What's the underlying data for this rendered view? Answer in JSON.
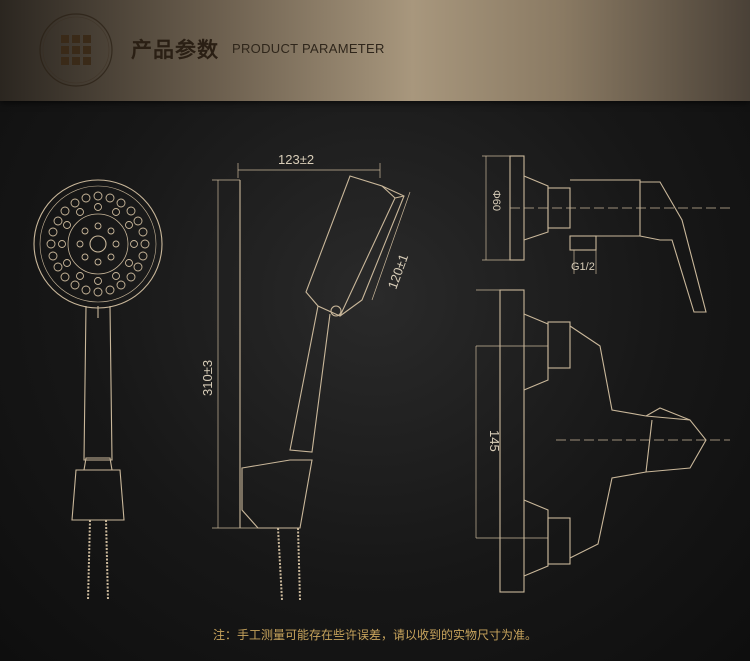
{
  "header": {
    "title_cn": "产品参数",
    "title_en": "PRODUCT PARAMETER",
    "icon": "grid-icon"
  },
  "dimensions": {
    "head_width": "123±2",
    "head_face": "120±1",
    "total_length": "310±3",
    "diameter": "Φ60",
    "thread": "G1/2",
    "spacing": "145"
  },
  "footnote": "注：手工测量可能存在些许误差，请以收到的实物尺寸为准。",
  "colors": {
    "line": "#c9b79a",
    "accent": "#c8a45c",
    "background": "#161616"
  }
}
